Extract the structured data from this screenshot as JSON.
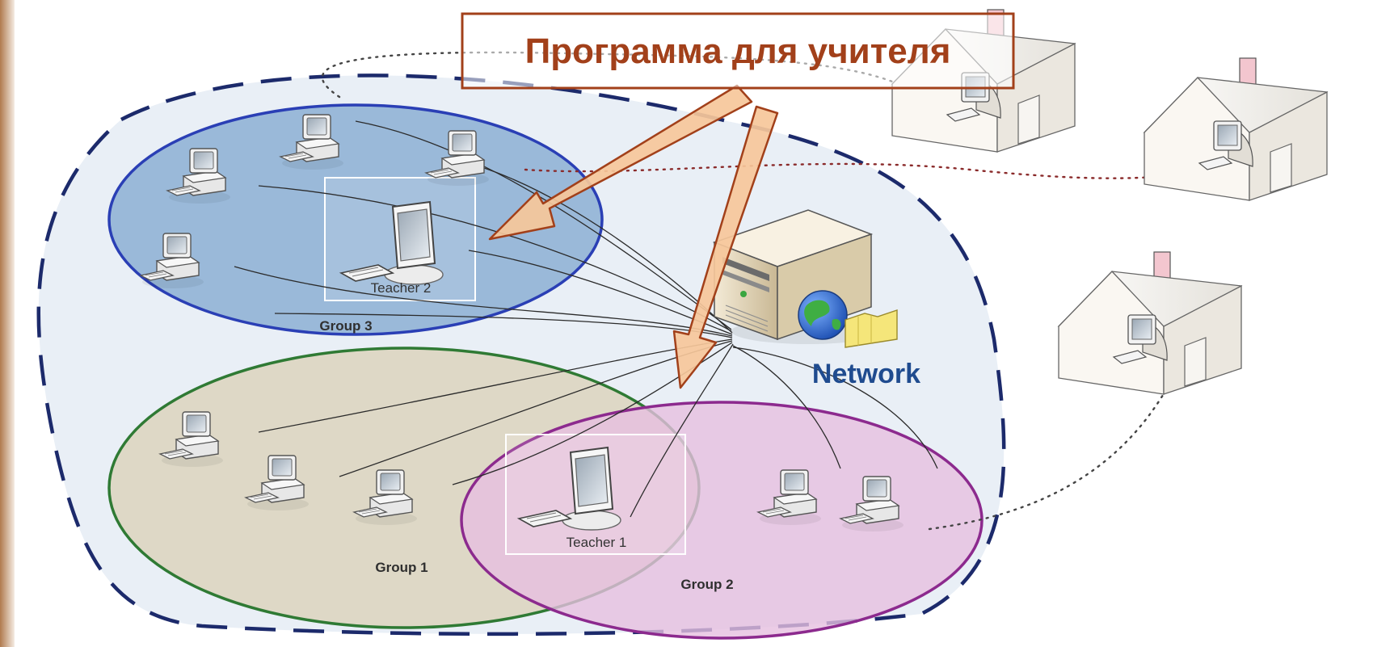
{
  "callout": {
    "text": "Программа для учителя"
  },
  "server": {
    "label": "Network"
  },
  "groups": [
    {
      "id": "group-3",
      "label": "Group 3",
      "teacher_label": "Teacher 2"
    },
    {
      "id": "group-1",
      "label": "Group 1"
    },
    {
      "id": "group-2",
      "label": "Group 2",
      "teacher_label": "Teacher 1"
    }
  ],
  "colors": {
    "background_strip": "#b07a4e",
    "network_blob_fill": "#e9eff6",
    "network_blob_stroke": "#1c2a6b",
    "group3_fill": "#7fa7cf",
    "group3_stroke": "#2a3fb5",
    "group1_fill": "#dcd3bd",
    "group1_stroke": "#2f7a34",
    "group2_fill": "#e6bfe0",
    "group2_stroke": "#8c2a8e",
    "callout_border": "#a2401a",
    "callout_text": "#a2401a",
    "arrow_fill": "#f6c79a",
    "arrow_stroke": "#a2401a",
    "network_text": "#1f4b8f",
    "house_dotline_grey": "#444444",
    "house_dotline_red": "#8a2a2a"
  }
}
